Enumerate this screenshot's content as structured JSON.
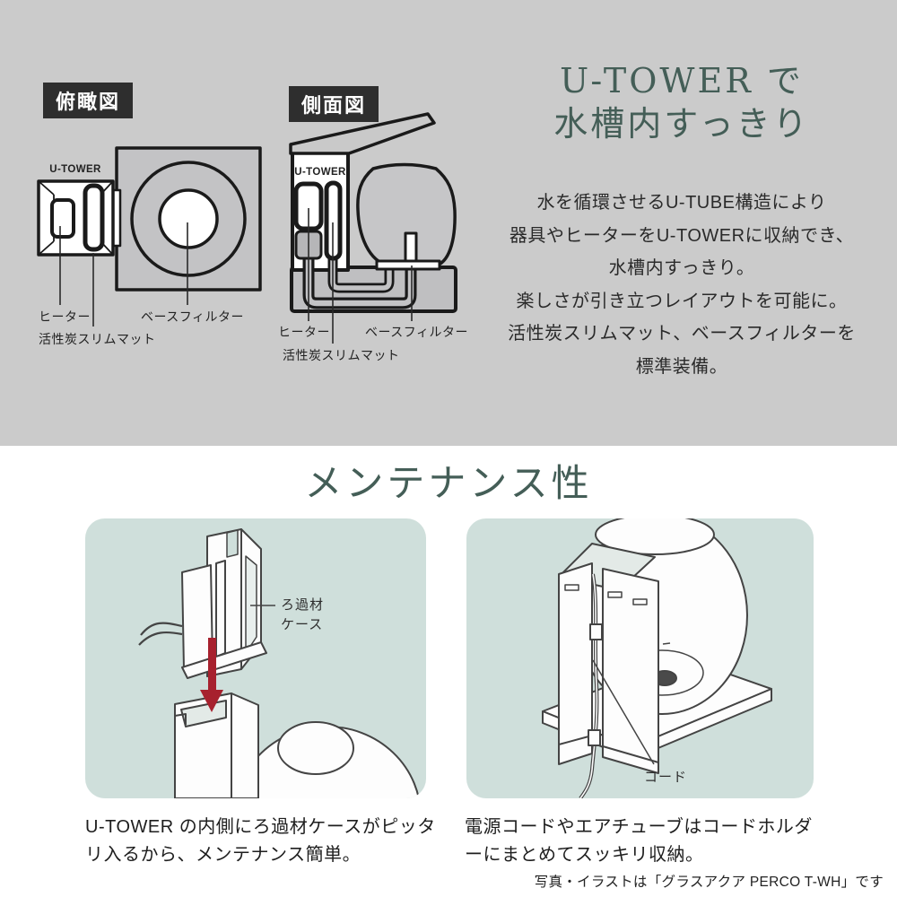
{
  "colors": {
    "hero_bg": "#cbcbcb",
    "tag_bg": "#2e2e2e",
    "tag_text": "#ffffff",
    "headline_green": "#445e57",
    "body_text": "#2a2a2a",
    "panel_bg": "#cfdfdb",
    "arrow_red": "#a7212e",
    "diagram_line": "#1a1a1a",
    "sketch_line": "#444444"
  },
  "hero": {
    "top_view": {
      "tag": "俯瞰図",
      "unit_label": "U-TOWER",
      "heater_label": "ヒーター",
      "mat_label": "活性炭スリムマット",
      "base_filter_label": "ベースフィルター"
    },
    "side_view": {
      "tag": "側面図",
      "unit_label": "U-TOWER",
      "heater_label": "ヒーター",
      "mat_label": "活性炭スリムマット",
      "base_filter_label": "ベースフィルター"
    },
    "headline_lines": [
      "U-TOWER で",
      "水槽内すっきり"
    ],
    "body_lines": [
      "水を循環させるU-TUBE構造により",
      "器具やヒーターをU-TOWERに収納でき、",
      "水槽内すっきり。",
      "楽しさが引き立つレイアウトを可能に。",
      "活性炭スリムマット、ベースフィルターを",
      "標準装備。"
    ]
  },
  "maintenance": {
    "title": "メンテナンス性",
    "left_panel": {
      "callout_lines": [
        "ろ過材",
        "ケース"
      ],
      "caption_lines": [
        "U-TOWER の内側にろ過材ケースがピッタ",
        "リ入るから、メンテナンス簡単。"
      ]
    },
    "right_panel": {
      "callout": "コード",
      "caption_lines": [
        "電源コードやエアチューブはコードホルダ",
        "ーにまとめてスッキリ収納。"
      ]
    },
    "footnote": "写真・イラストは「グラスアクア PERCO T-WH」です"
  }
}
